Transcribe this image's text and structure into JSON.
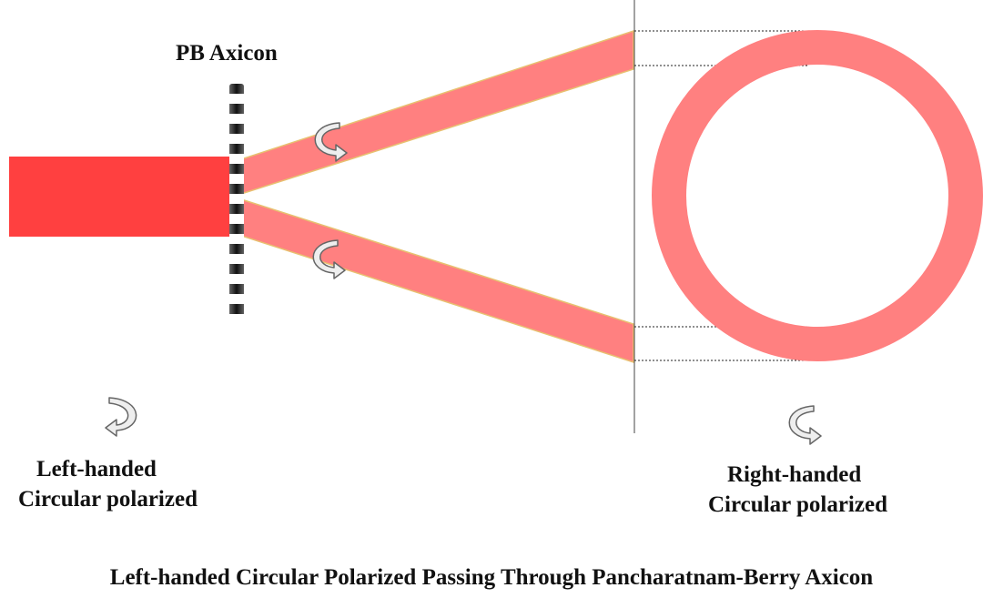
{
  "labels": {
    "axicon": "PB Axicon",
    "left_line1": "Left-handed",
    "left_line2": "Circular polarized",
    "right_line1": "Right-handed",
    "right_line2": "Circular polarized",
    "caption": "Left-handed Circular Polarized Passing Through Pancharatnam-Berry Axicon"
  },
  "colors": {
    "input_beam": "#ff4040",
    "diffracted_beam": "#ff8080",
    "beam_edge": "#e8c070",
    "ring": "#ff8080",
    "arrow_fill": "#eeeeee",
    "arrow_stroke": "#666666"
  },
  "icons": [
    "circular-arrow-icon"
  ]
}
